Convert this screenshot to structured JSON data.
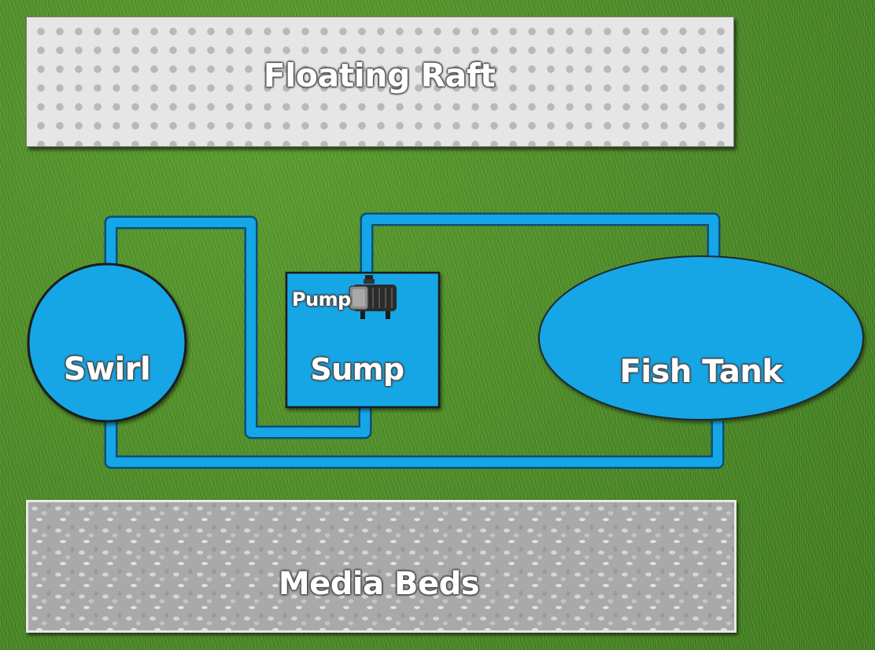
{
  "labels": {
    "floating_raft": "Floating Raft",
    "swirl": "Swirl",
    "sump": "Sump",
    "pump": "Pump",
    "fish_tank": "Fish Tank",
    "media_beds": "Media Beds"
  },
  "colors": {
    "water": "#14a6e6",
    "pipe_outline": "#0d4f78",
    "grass": "#4f8f2a"
  },
  "icons": {
    "pump": "pump-icon"
  }
}
